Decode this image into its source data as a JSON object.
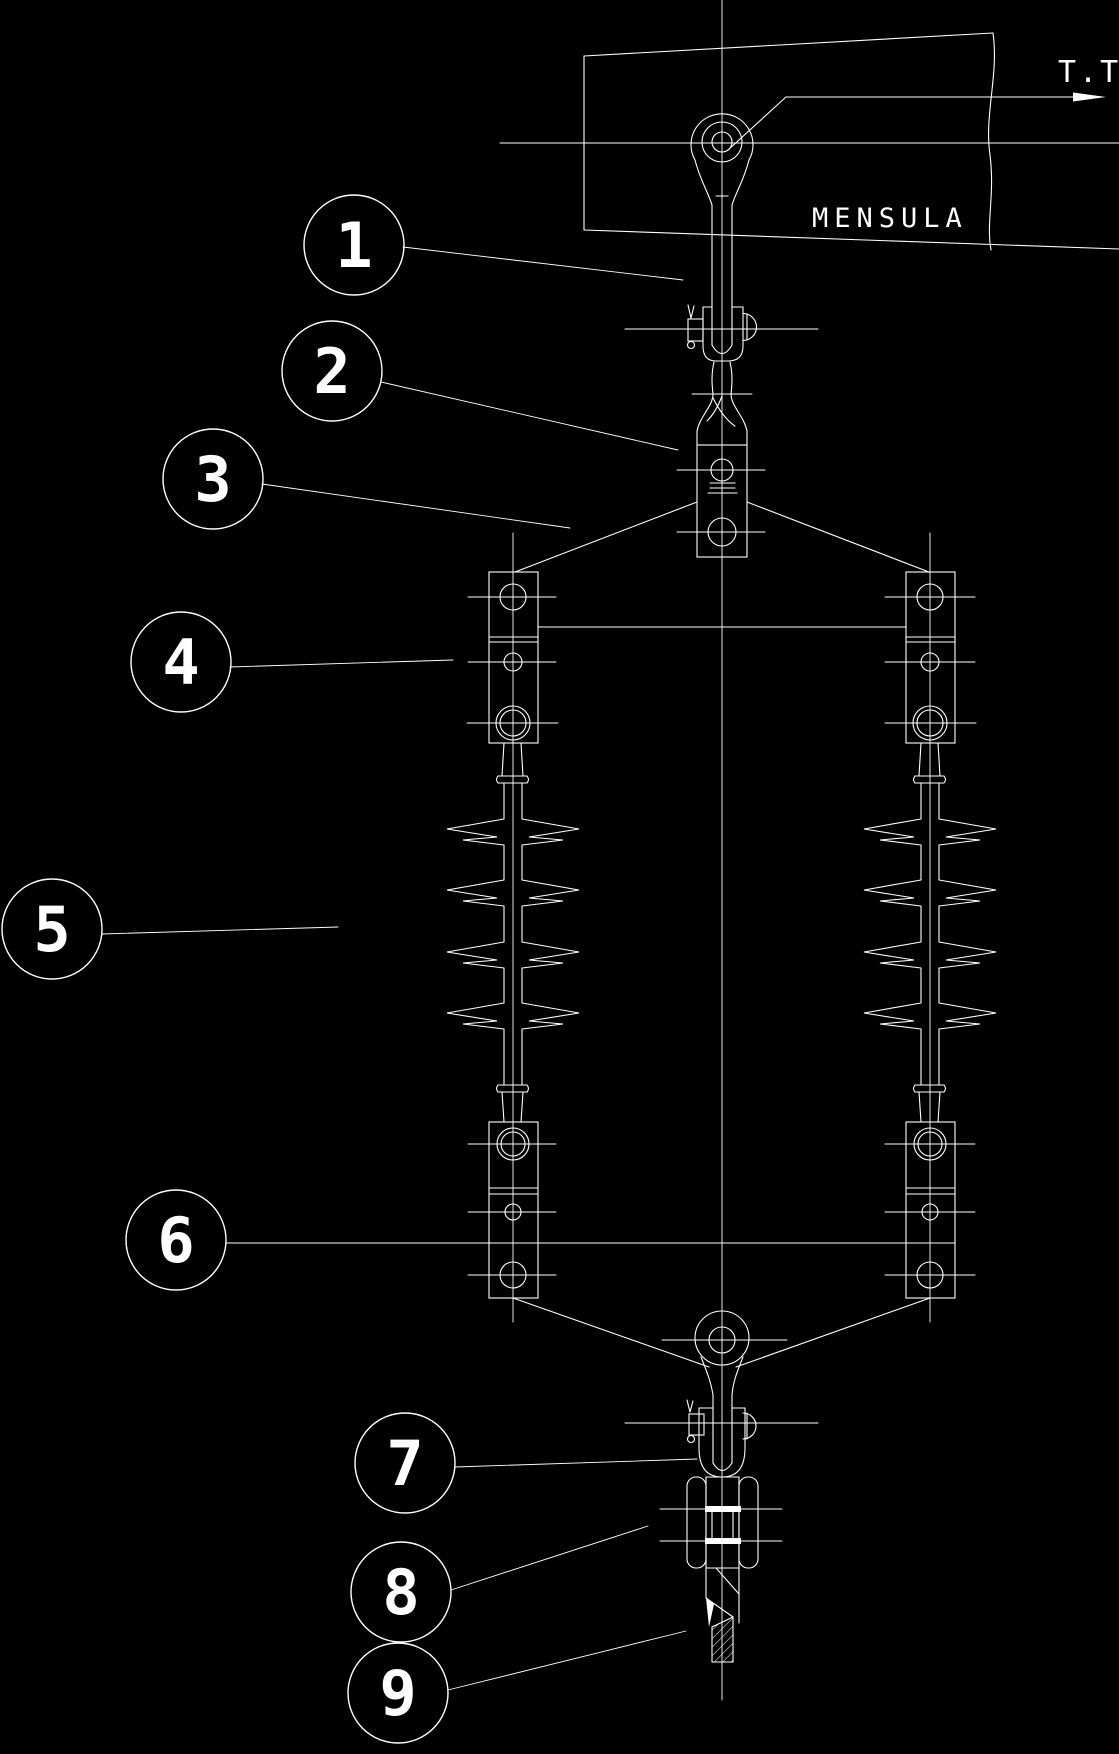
{
  "drawing": {
    "background": "#000000",
    "line_color": "#ffffff",
    "labels": {
      "bracket": "MENSULA",
      "section_arrow": "T.T."
    },
    "balloons": [
      {
        "label": "1"
      },
      {
        "label": "2"
      },
      {
        "label": "3"
      },
      {
        "label": "4"
      },
      {
        "label": "5"
      },
      {
        "label": "6"
      },
      {
        "label": "7"
      },
      {
        "label": "8"
      },
      {
        "label": "9"
      }
    ]
  }
}
